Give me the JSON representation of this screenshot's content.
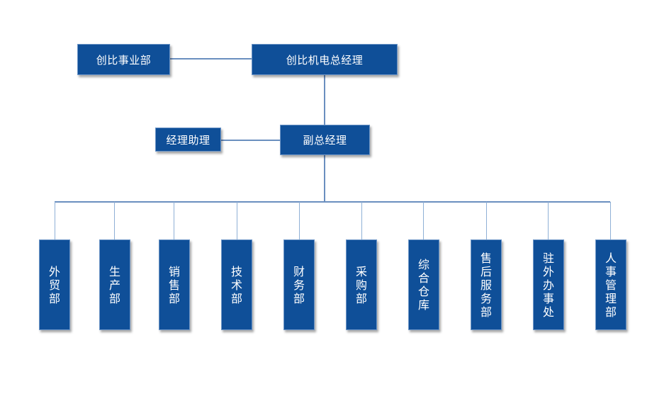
{
  "nodes": {
    "business": "创比事业部",
    "top": "创比机电总经理",
    "assistant": "经理助理",
    "deputy": "副总经理"
  },
  "departments": [
    "外贸部",
    "生产部",
    "销售部",
    "技术部",
    "财务部",
    "采购部",
    "综合仓库",
    "售后服务部",
    "驻外办事处",
    "人事管理部"
  ],
  "colors": {
    "box_fill": "#0f4f98",
    "box_border": "#6f97c8",
    "connector": "#6a8fbf"
  }
}
